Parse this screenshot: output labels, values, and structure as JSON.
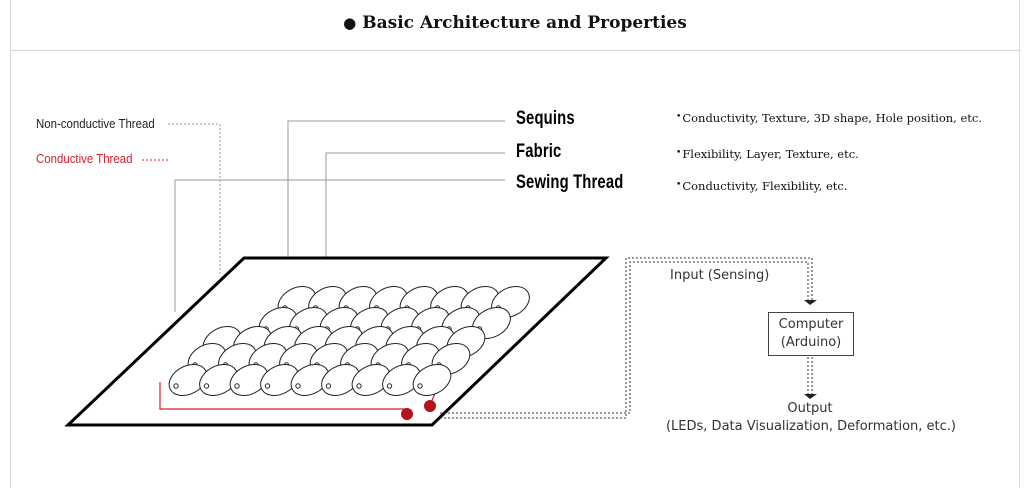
{
  "title": {
    "bullet": "●",
    "text": "Basic  Architecture and Properties"
  },
  "threads": {
    "non_conductive": "Non-conductive Thread",
    "conductive": "Conductive Thread"
  },
  "components": {
    "sequins": {
      "label": "Sequins",
      "properties": "Conductivity, Texture, 3D shape, Hole position, etc."
    },
    "fabric": {
      "label": "Fabric",
      "properties": "Flexibility, Layer, Texture, etc."
    },
    "sewing_thread": {
      "label": "Sewing Thread",
      "properties": "Conductivity, Flexibility, etc."
    }
  },
  "flow": {
    "input": "Input (Sensing)",
    "computer_line1": "Computer",
    "computer_line2": "(Arduino)",
    "output_line1": "Output",
    "output_line2": "(LEDs, Data Visualization, Deformation, etc.)"
  },
  "colors": {
    "conductive": "#d4202a",
    "node": "#b5121b",
    "ink": "#000000"
  }
}
